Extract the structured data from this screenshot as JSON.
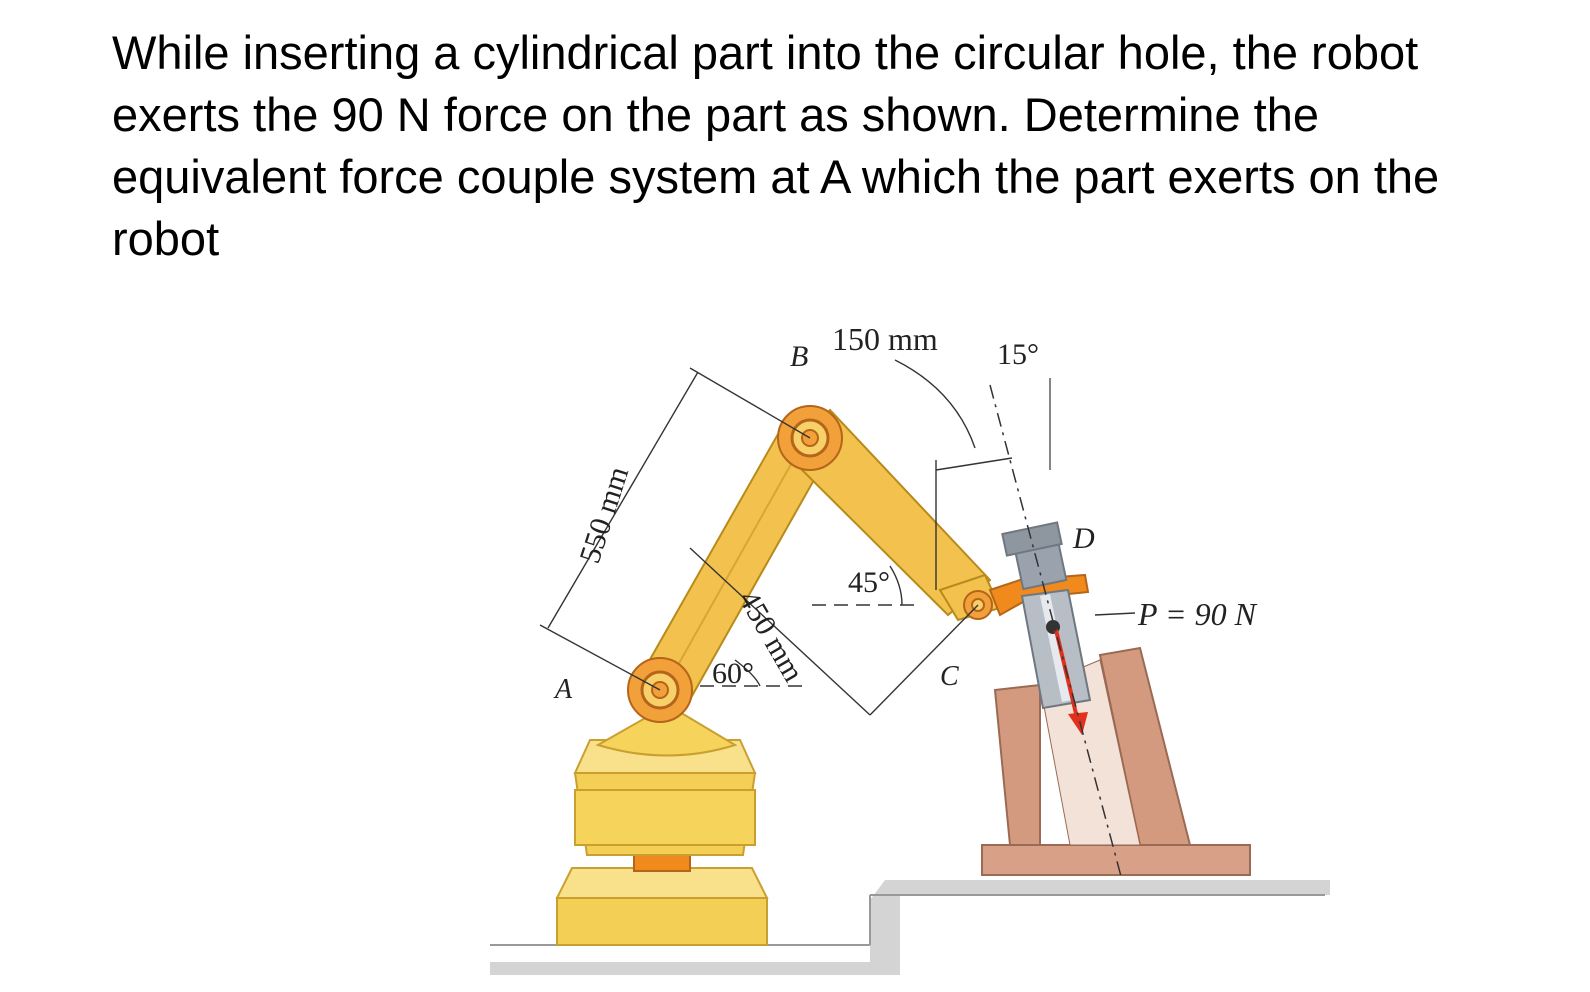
{
  "problem": {
    "text": "While inserting a cylindrical part into the circular hole, the robot exerts the 90 N force on the part as shown. Determine the equivalent force couple system at A which the part exerts on the robot"
  },
  "figure": {
    "points": {
      "A": "A",
      "B": "B",
      "C": "C",
      "D": "D"
    },
    "dimensions": {
      "ab_length": "550 mm",
      "bc_length": "450 mm",
      "cd_offset": "150 mm"
    },
    "angles": {
      "lower_arm": "60°",
      "upper_arm": "45°",
      "force": "15°"
    },
    "force": {
      "label": "P = 90 N"
    }
  },
  "colors": {
    "arm": "#f2c14e",
    "arm_edge": "#b88a1a",
    "joint": "#f08a1c",
    "base": "#f6d35a",
    "fixture": "#d49a80",
    "ground": "#c9c9c9",
    "tool": "#a7b0b8",
    "force": "#e0301e"
  }
}
